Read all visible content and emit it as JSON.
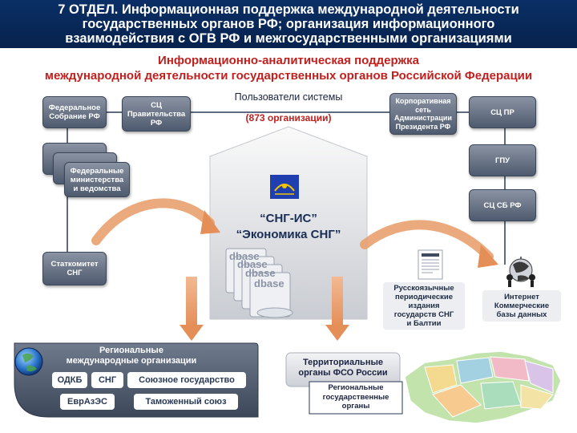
{
  "header": {
    "line1": "7 ОТДЕЛ. Информационная поддержка международной деятельности",
    "line2": "государственных органов РФ; организация информационного",
    "line3": "взаимодействия с ОГВ РФ и межгосударственными организациями"
  },
  "subtitle": {
    "line1": "Информационно-аналитическая поддержка",
    "line2": "международной деятельности государственных органов Российской Федерации"
  },
  "users": {
    "label": "Пользователи системы",
    "count": "(873 организации)"
  },
  "top_boxes": {
    "federal_assembly": [
      "Федеральное",
      "Собрание РФ"
    ],
    "gov_sc": [
      "СЦ",
      "Правительства",
      "РФ"
    ],
    "corp_network": [
      "Корпоративная",
      "сеть",
      "Администрации",
      "Президента РФ"
    ],
    "sc_pr": "СЦ ПР"
  },
  "right_boxes": {
    "gpu": "ГПУ",
    "sc_sb": "СЦ СБ РФ"
  },
  "left_boxes": {
    "ministries": [
      "Федеральные",
      "министерства",
      "и ведомства"
    ],
    "statcommittee": [
      "Статкомитет",
      "СНГ"
    ]
  },
  "center": {
    "system_name": "“СНГ-ИС”",
    "system_subtitle": "“Экономика СНГ”",
    "db_label": "dbase"
  },
  "publications": [
    "Русскоязычные",
    "периодические",
    "издания",
    "государств СНГ",
    "и Балтии"
  ],
  "internet": [
    "Интернет",
    "Коммерческие",
    "базы данных"
  ],
  "regional_intl": {
    "title": [
      "Региональные",
      "международные организации"
    ],
    "items": [
      "ОДКБ",
      "СНГ",
      "Союзное государство",
      "ЕврАзЭС",
      "Таможенный союз"
    ]
  },
  "fso": [
    "Территориальные",
    "органы ФСО России"
  ],
  "regional_gov": [
    "Региональные",
    "государственные",
    "органы"
  ],
  "colors": {
    "header_bg": "#0a2f66",
    "accent_red": "#c0201e",
    "arrow_orange": "#e9a070",
    "box_gray": "#5d6779"
  }
}
